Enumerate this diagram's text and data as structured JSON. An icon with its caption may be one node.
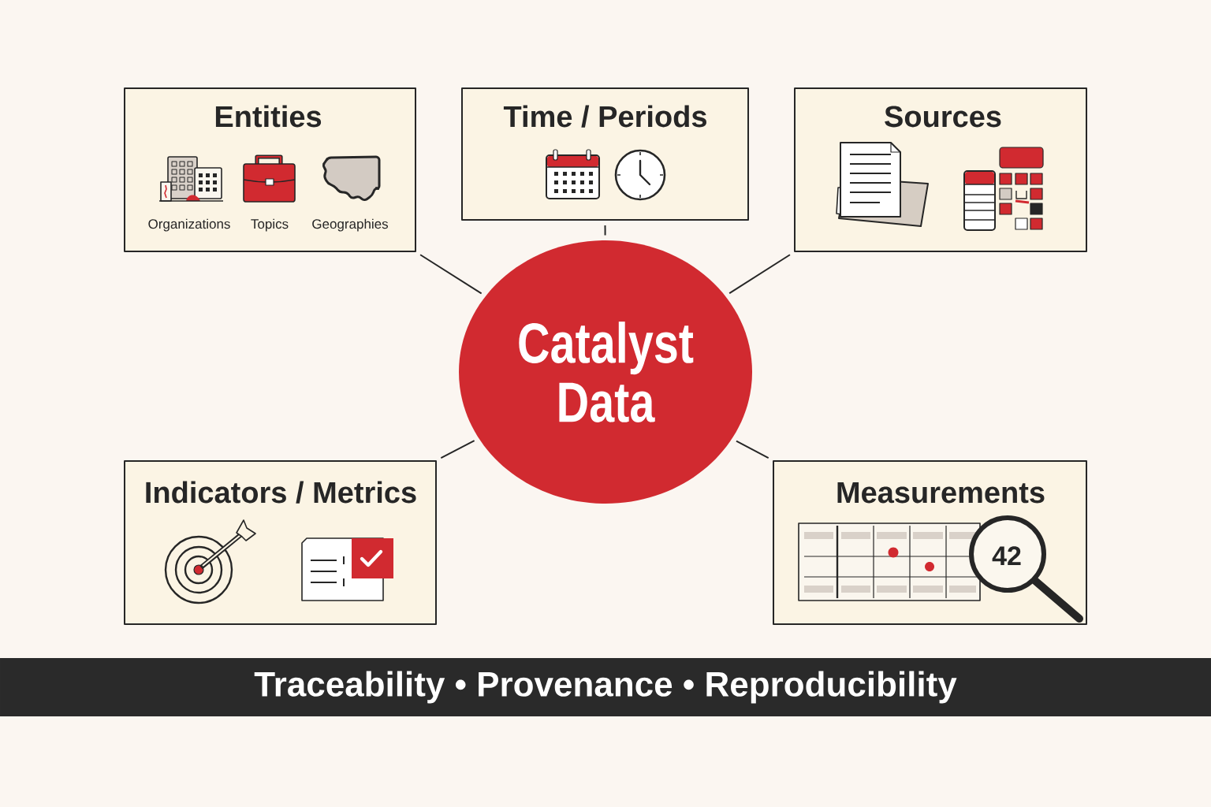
{
  "diagram": {
    "nodes": [
      {
        "text": [
          "Entities",
          "Organizations",
          "Topics",
          "Geographies"
        ]
      },
      {
        "text": [
          "Time / Periods"
        ]
      },
      {
        "text": [
          "Sources"
        ]
      },
      {
        "text": [
          "Catalyst Data"
        ]
      },
      {
        "text": [
          "Indicators / Metrics"
        ]
      },
      {
        "text": [
          "Measurements",
          "42"
        ]
      },
      {
        "text": [
          "Traceability • Provenance • Reproducibility"
        ]
      }
    ],
    "edges": [
      {
        "from": 3,
        "to": 0,
        "arrow": "none"
      },
      {
        "from": 3,
        "to": 1,
        "arrow": "none"
      },
      {
        "from": 3,
        "to": 2,
        "arrow": "none"
      },
      {
        "from": 3,
        "to": 4,
        "arrow": "none"
      },
      {
        "from": 3,
        "to": 5,
        "arrow": "none"
      }
    ]
  }
}
